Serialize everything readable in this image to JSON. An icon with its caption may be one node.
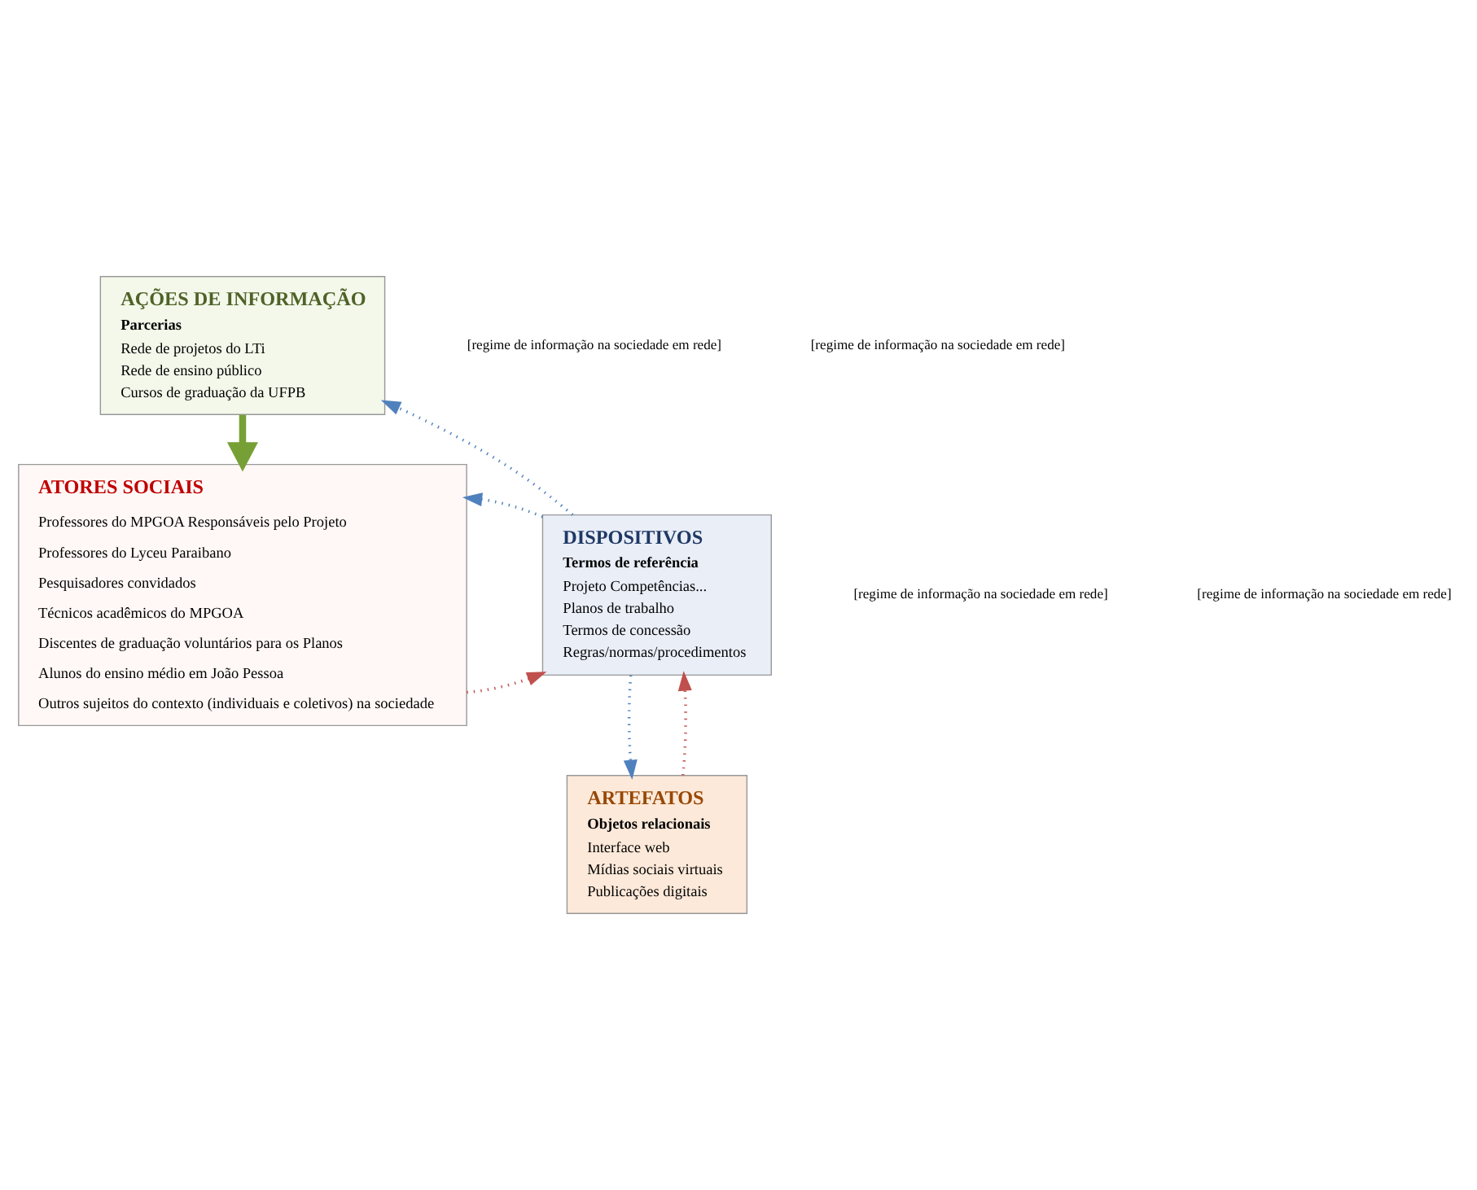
{
  "diagram": {
    "nodes": [
      {
        "text": [
          "ATORES SOCIAIS",
          "Professores do MPGOA Responsáveis pelo Projeto",
          "Professores do Lyceu Paraibano",
          "Pesquisadores convidados",
          "Técnicos acadêmicos do MPGOA",
          "Discentes de graduação voluntários para os Planos",
          "Alunos do ensino médio em João Pessoa",
          "Outros sujeitos do contexto (individuais e coletivos) na sociedade"
        ]
      },
      {
        "text": [
          "AÇÕES DE INFORMAÇÃO",
          "Parcerias",
          "Rede de projetos do LTi",
          "Rede de ensino público",
          "Cursos de graduação da UFPB"
        ]
      },
      {
        "text": [
          "DISPOSITIVOS",
          "Termos de referência",
          "Projeto Competências...",
          "Planos de trabalho",
          "Termos de concessão",
          "Regras/normas/procedimentos"
        ]
      },
      {
        "text": [
          "ARTEFATOS",
          "Objetos relacionais",
          "Interface web",
          "Mídias sociais virtuais",
          "Publicações digitais"
        ]
      }
    ],
    "edges": [
      {
        "from": 1,
        "to": 0,
        "arrow": "to",
        "style": "thick",
        "color": "#76a035"
      },
      {
        "from": 2,
        "to": 1,
        "arrow": "to",
        "style": "dashed",
        "color": "#4f81bd"
      },
      {
        "from": 0,
        "to": 2,
        "arrow": "to",
        "style": "dashed",
        "color": "#c0504d"
      },
      {
        "from": 2,
        "to": 0,
        "arrow": "to",
        "style": "dashed",
        "color": "#4f81bd"
      },
      {
        "from": 3,
        "to": 2,
        "arrow": "to",
        "style": "dashed",
        "color": "#c0504d"
      },
      {
        "from": 2,
        "to": 3,
        "arrow": "to",
        "style": "dashed",
        "color": "#4f81bd"
      }
    ],
    "labels": [
      "[regime de informação na sociedade em rede]",
      "[regime de informação na sociedade em rede]",
      "[regime de informação na sociedade em rede]",
      "[regime de informação na sociedade em rede]"
    ]
  }
}
